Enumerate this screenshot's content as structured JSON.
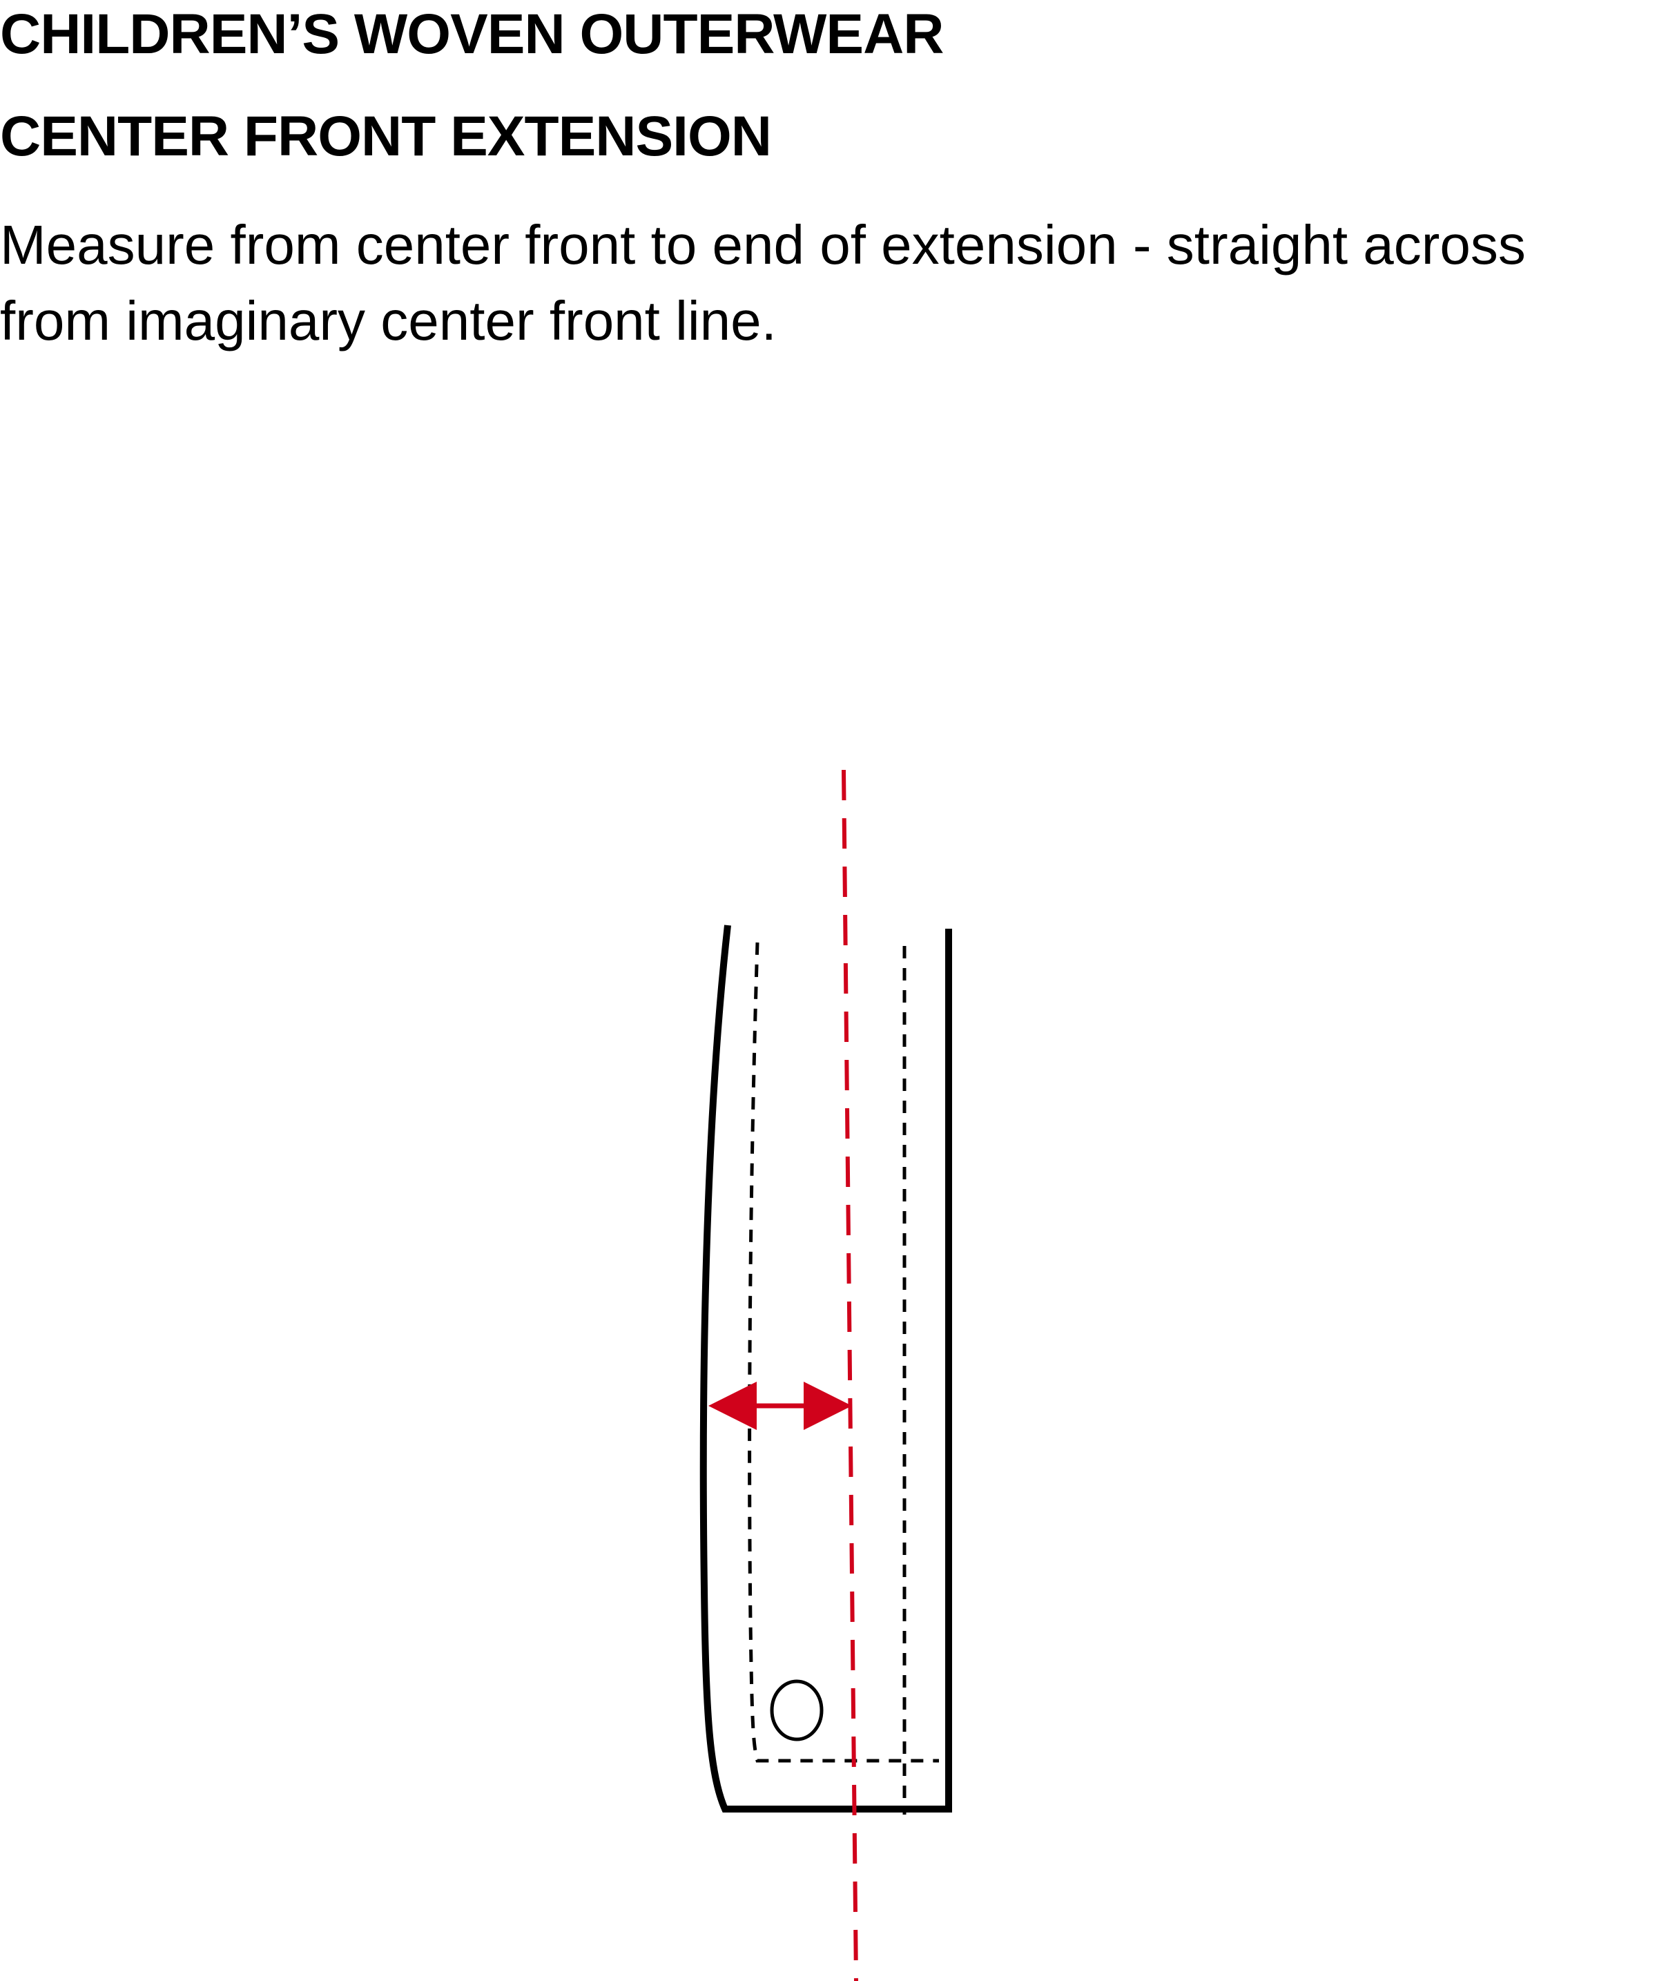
{
  "header": {
    "title": "CHILDREN’S WOVEN OUTERWEAR",
    "subtitle": "CENTER FRONT EXTENSION"
  },
  "instructions": {
    "line1": "Measure from center front to end of extension - straight across",
    "line2": "from imaginary center front line."
  },
  "colors": {
    "outline": "#000000",
    "measure": "#d0021b",
    "background": "#ffffff"
  },
  "icons": {
    "arrow": "double-headed-arrow-icon",
    "button": "button-circle-icon"
  }
}
